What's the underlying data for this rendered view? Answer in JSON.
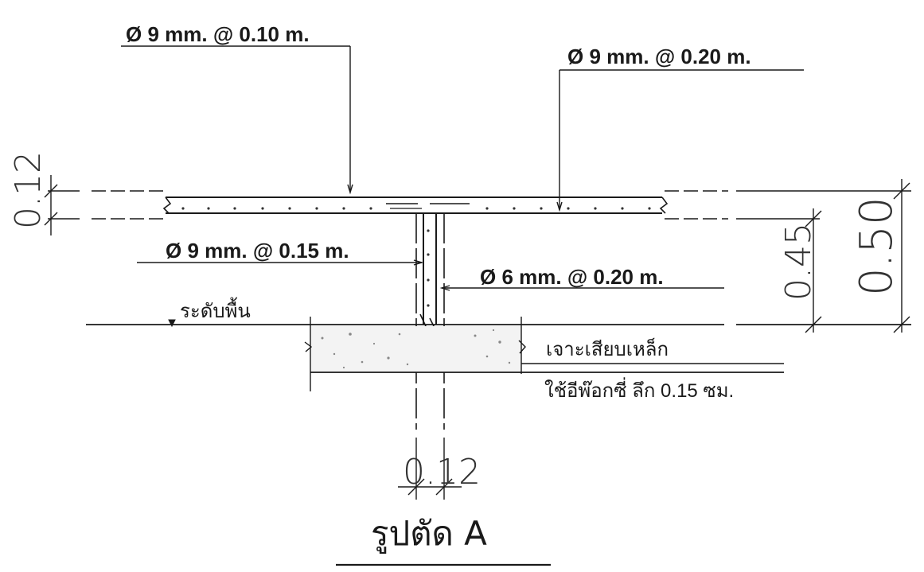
{
  "labels": {
    "top_rebar_1": "Ø 9 mm. @ 0.10 m.",
    "top_rebar_2": "Ø 9 mm. @ 0.20 m.",
    "beam_rebar": "Ø 9 mm. @ 0.15 m.",
    "stirrup_rebar": "Ø 6 mm. @ 0.20 m.",
    "floor_level": "ระดับพื้น",
    "note_line1": "เจาะเสียบเหล็ก",
    "note_line2": "ใช้อีพ๊อกซี่ ลึก 0.15 ซม."
  },
  "dimensions": {
    "slab_thickness": "0.12",
    "beam_depth": "0.45",
    "total_depth": "0.50",
    "beam_width": "0.12"
  },
  "title": "รูปตัด A",
  "colors": {
    "ink": "#1a1a1a",
    "concrete_fill": "#f3f3f3"
  }
}
